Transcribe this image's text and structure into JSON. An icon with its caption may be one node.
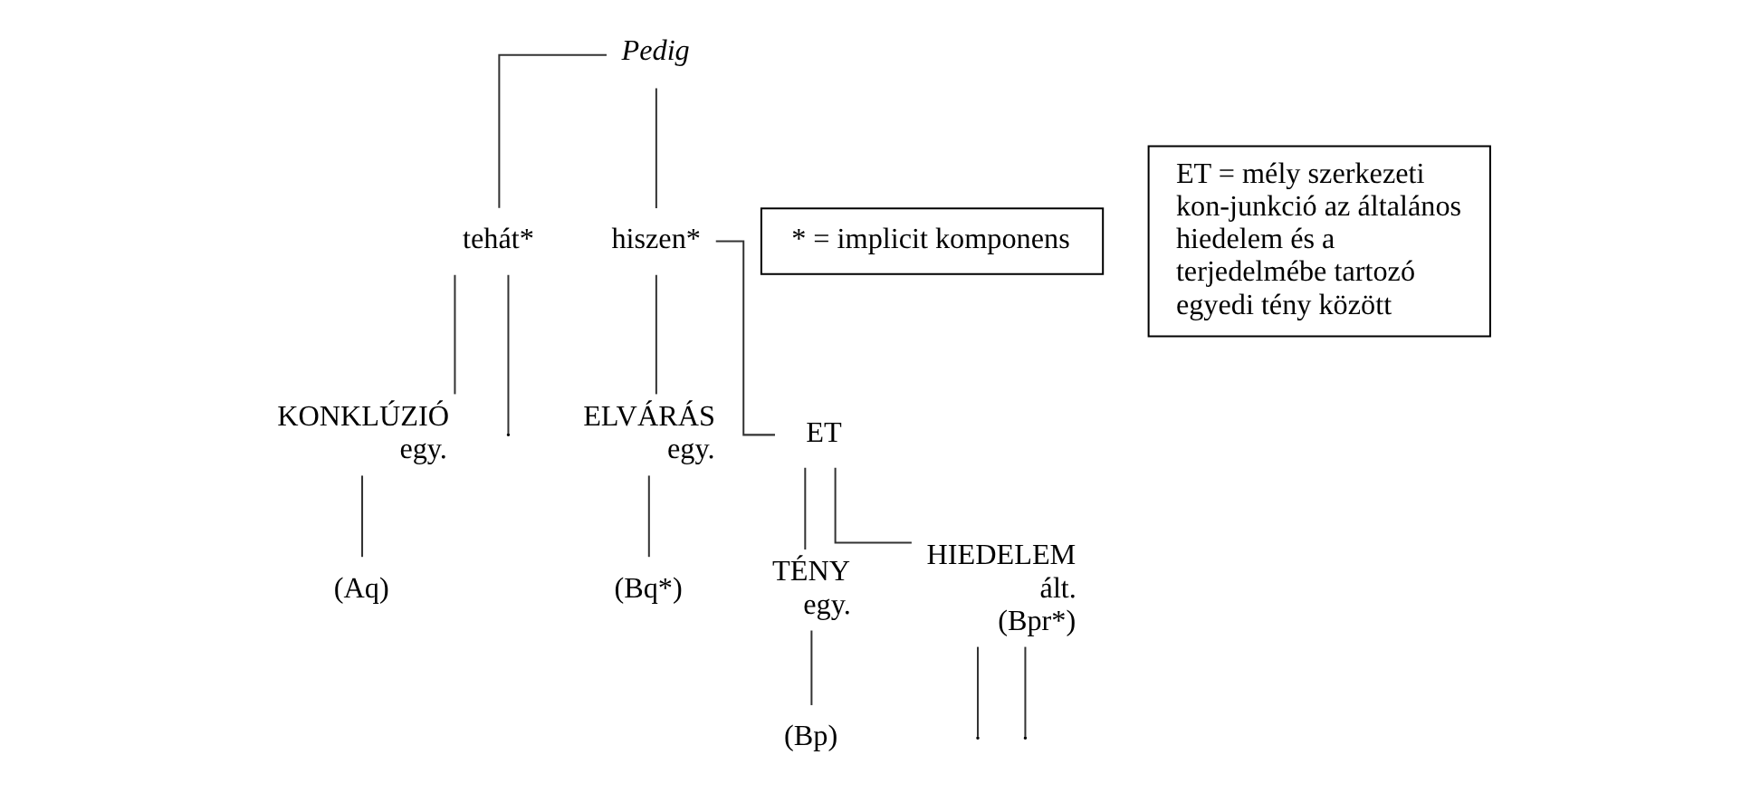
{
  "diagram": {
    "nodes": [
      {
        "text": [
          "Pedig"
        ]
      },
      {
        "text": [
          "tehát*"
        ]
      },
      {
        "text": [
          "hiszen*"
        ]
      },
      {
        "text": [
          "KONKLÚZIÓ"
        ],
        "beside": [
          "egy."
        ]
      },
      {
        "text": [
          "ELVÁRÁS"
        ],
        "beside": [
          "egy."
        ]
      },
      {
        "text": [
          "ET"
        ]
      },
      {
        "text": [
          "TÉNY"
        ],
        "beside": [
          "egy."
        ]
      },
      {
        "text": [
          "HIEDELEM"
        ],
        "beside": [
          "ált.",
          "(Bpr*)"
        ]
      },
      {
        "text": [
          "(Aq)"
        ]
      },
      {
        "text": [
          "(Bq*)"
        ]
      },
      {
        "text": [
          "(Bp)"
        ]
      },
      {
        "text": [
          "* = implicit komponens"
        ]
      },
      {
        "text": [
          "ET = mély szerkezeti kon-junkció az általános hiedelem és a terjedelmébe tartozó egyedi tény között"
        ]
      }
    ],
    "edges": [
      {
        "from": 0,
        "to": 1,
        "arrow": "none"
      },
      {
        "from": 0,
        "to": 2,
        "arrow": "none"
      },
      {
        "from": 1,
        "to": null,
        "arrow": "none"
      },
      {
        "from": 1,
        "to": 3,
        "arrow": "none"
      },
      {
        "from": 2,
        "to": 4,
        "arrow": "none"
      },
      {
        "from": 2,
        "to": 5,
        "arrow": "none"
      },
      {
        "from": 3,
        "to": 8,
        "arrow": "none"
      },
      {
        "from": 4,
        "to": 9,
        "arrow": "none"
      },
      {
        "from": 5,
        "to": 6,
        "arrow": "none"
      },
      {
        "from": 5,
        "to": 7,
        "arrow": "none"
      },
      {
        "from": 6,
        "to": 10,
        "arrow": "none"
      },
      {
        "from": 7,
        "to": null,
        "arrow": "none"
      },
      {
        "from": 7,
        "to": null,
        "arrow": "none"
      }
    ]
  }
}
